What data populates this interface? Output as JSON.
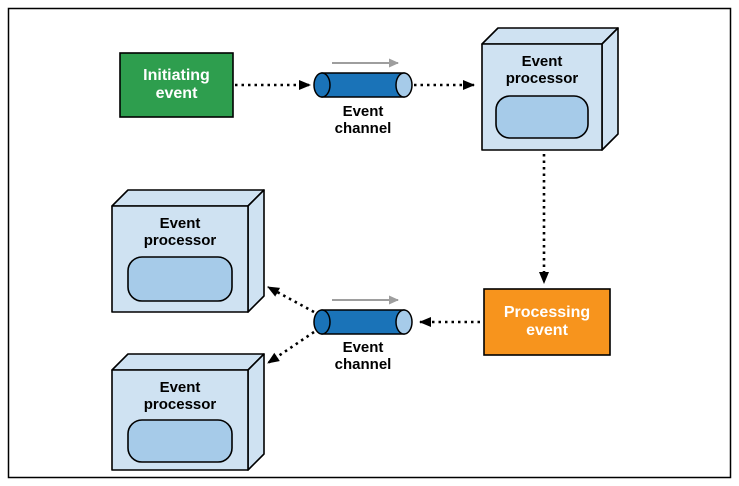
{
  "figure": {
    "initiating_event": {
      "label": "Initiating event"
    },
    "processing_event": {
      "label": "Processing event"
    },
    "event_processors": {
      "top_right": {
        "label": "Event processor"
      },
      "upper_left": {
        "label": "Event processor"
      },
      "lower_left": {
        "label": "Event processor"
      }
    },
    "event_channels": {
      "top": {
        "label": "Event channel"
      },
      "bottom": {
        "label": "Event channel"
      }
    },
    "colors": {
      "initiating_event_fill": "#2e9e4e",
      "processing_event_fill": "#f7941d",
      "processor_face_fill": "#cfe2f2",
      "processor_panel_fill": "#a6cbe9",
      "channel_body_fill": "#1a73b8",
      "channel_cap_fill": "#a6cbe9",
      "arrow_color": "#000000",
      "flow_arrow_color": "#9e9e9e",
      "outline_color": "#000000",
      "background": "#ffffff"
    }
  }
}
